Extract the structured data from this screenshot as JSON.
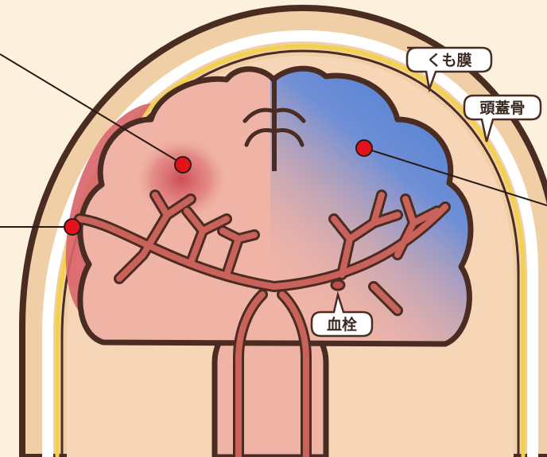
{
  "labels": {
    "arachnoid": "くも膜",
    "skull": "頭蓋骨",
    "thrombus": "血栓"
  },
  "colors": {
    "background": "#fbf1dc",
    "outline": "#4a2c22",
    "skull_fill": "#f1cfa6",
    "membrane_white": "#ffffff",
    "membrane_yellow": "#f2d24a",
    "brain_pink": "#f0b4a6",
    "brain_ischemic_blue": "#4f7fcf",
    "vessel_red": "#b8524a",
    "hemorrhage_red": "#d8646a",
    "marker_red": "#e3121b"
  },
  "markers": [
    "hemorrhage-point-left",
    "hemorrhage-point-center",
    "ischemia-point-right"
  ]
}
